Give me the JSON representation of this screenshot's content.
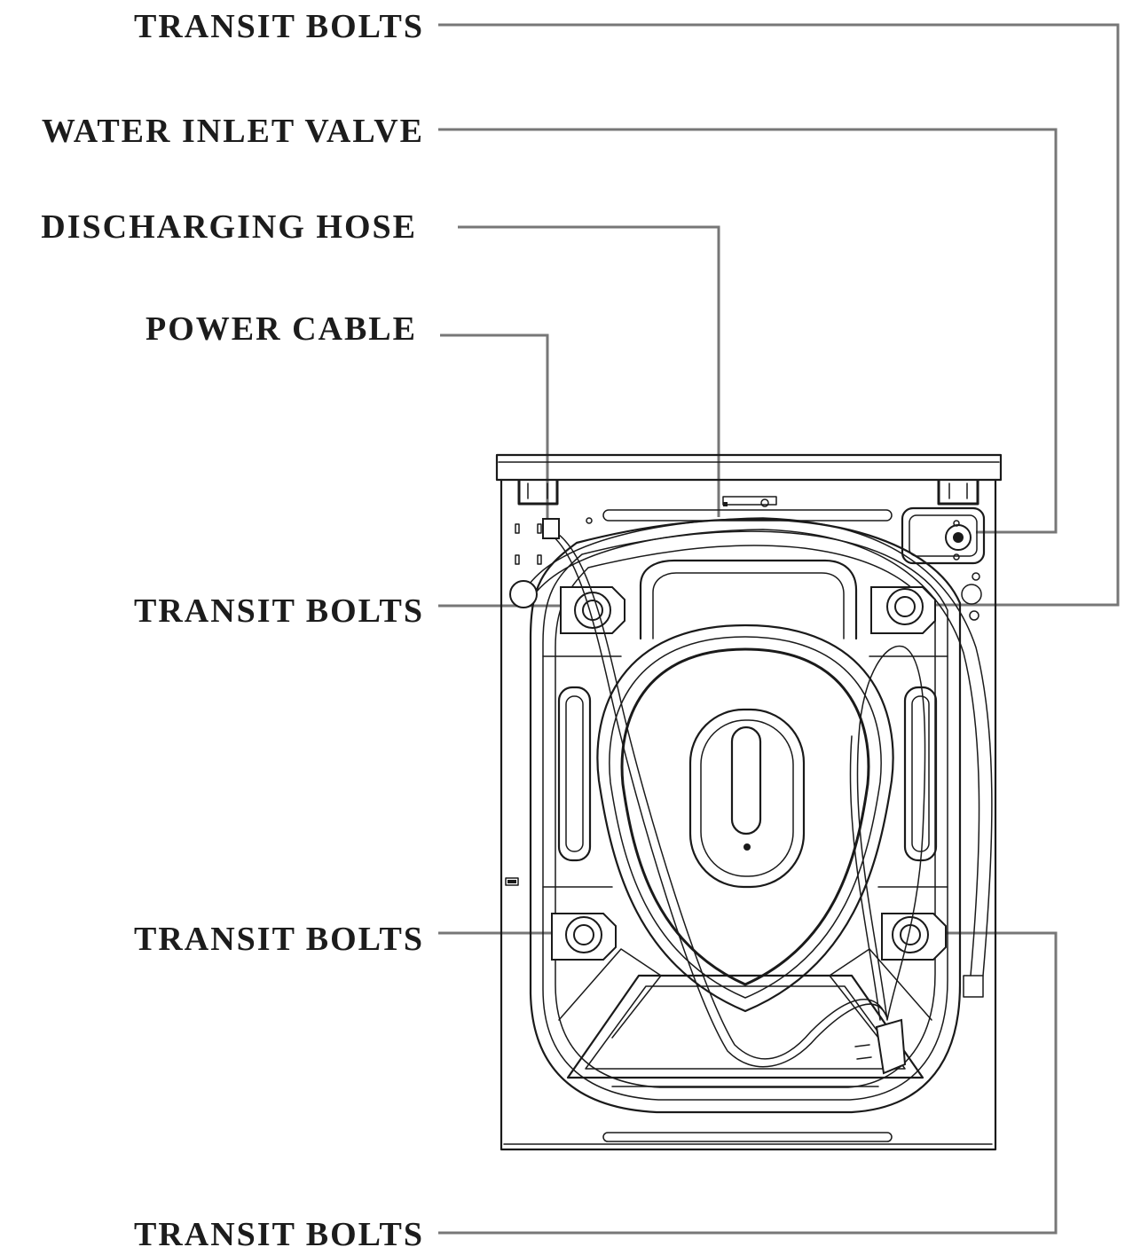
{
  "labels": {
    "transit_bolts_top": "TRANSIT BOLTS",
    "water_inlet_valve": "WATER INLET VALVE",
    "discharging_hose": "DISCHARGING HOSE",
    "power_cable": "POWER CABLE",
    "transit_bolts_upper_left": "TRANSIT BOLTS",
    "transit_bolts_lower_left": "TRANSIT BOLTS",
    "transit_bolts_bottom": "TRANSIT BOLTS"
  }
}
